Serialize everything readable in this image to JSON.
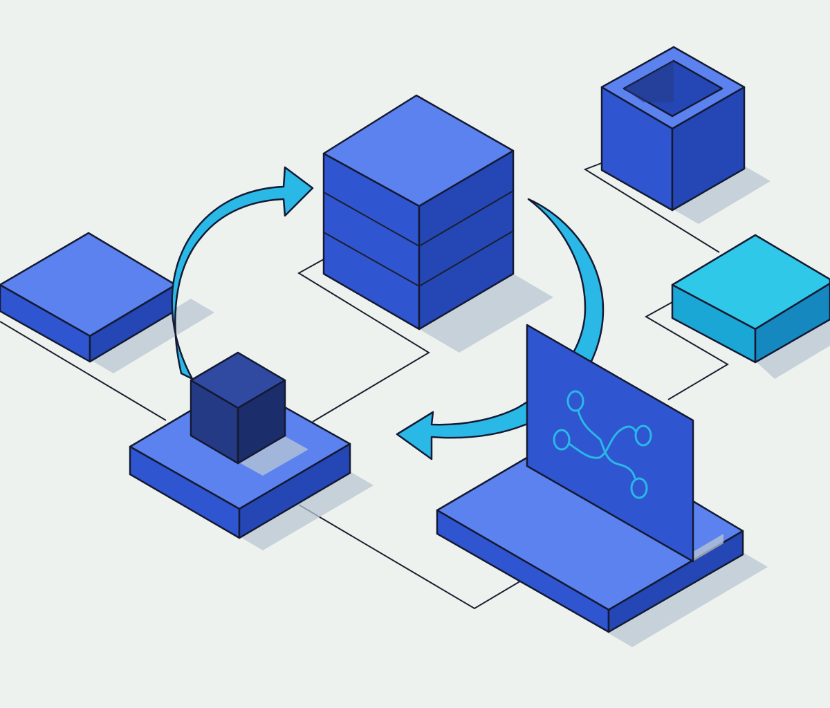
{
  "palette": {
    "background": "#eef2ee",
    "royal_blue_top": "#5b82ee",
    "royal_blue_left": "#2f55d0",
    "royal_blue_right": "#2447b5",
    "navy_top": "#2f4aa0",
    "navy_left": "#243a85",
    "navy_right": "#1b2d6b",
    "cyan_top": "#2fc8e8",
    "cyan_left": "#1ba7d6",
    "cyan_right": "#1488bf",
    "arrow_cyan": "#2ab8e6",
    "outline": "#141a33",
    "connector_line": "#1b1f2e"
  },
  "diagram": {
    "nodes": [
      {
        "id": "server-stack",
        "icon": "server-stack-icon"
      },
      {
        "id": "open-container",
        "icon": "open-box-icon"
      },
      {
        "id": "left-platform",
        "icon": "flat-tile-icon"
      },
      {
        "id": "cyan-platform",
        "icon": "flat-tile-icon"
      },
      {
        "id": "cube-platform",
        "icon": "cube-on-base-icon"
      },
      {
        "id": "workflow-display",
        "icon": "workflow-graph-icon"
      }
    ],
    "flows": [
      {
        "from": "cube-platform",
        "to": "server-stack",
        "icon": "curved-arrow-icon"
      },
      {
        "from": "server-stack",
        "to": "workflow-display",
        "icon": "curved-arrow-icon"
      }
    ]
  }
}
